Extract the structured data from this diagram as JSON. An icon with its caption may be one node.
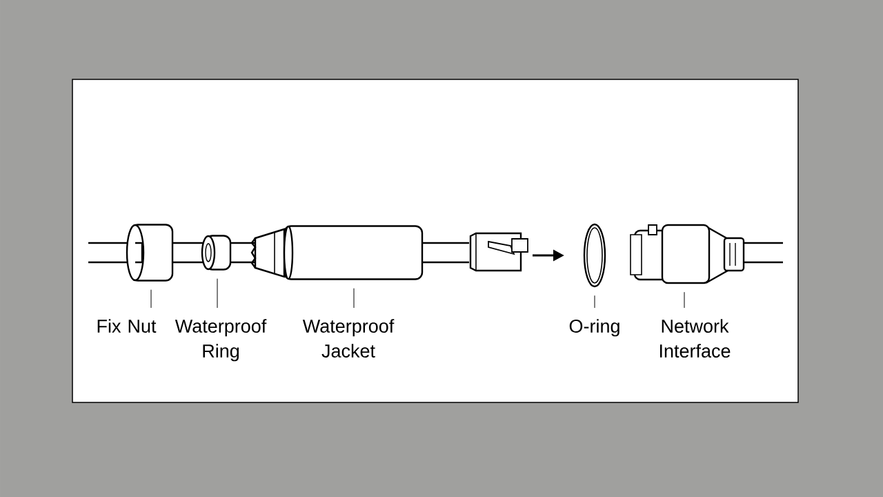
{
  "diagram": {
    "nodes": [
      {
        "text": [
          "Fix Nut"
        ]
      },
      {
        "text": [
          "Waterproof Ring"
        ]
      },
      {
        "text": [
          "Waterproof Jacket"
        ]
      },
      {
        "text": [
          "O-ring"
        ]
      },
      {
        "text": [
          "Network Interface"
        ]
      },
      {
        "text": [],
        "shape": "cylinder"
      },
      {
        "text": [],
        "shape": "cylinder"
      },
      {
        "text": [],
        "shape": "cylinder"
      },
      {
        "text": [],
        "shape": "circle"
      },
      {
        "text": [],
        "shape": "picture"
      }
    ],
    "edges": [
      {
        "from": 0,
        "to": 5,
        "arrow": "none"
      },
      {
        "from": 1,
        "to": 6,
        "arrow": "none"
      },
      {
        "from": 2,
        "to": 7,
        "arrow": "none"
      },
      {
        "from": 3,
        "to": 8,
        "arrow": "none"
      },
      {
        "from": 4,
        "to": 9,
        "arrow": "none"
      }
    ]
  }
}
